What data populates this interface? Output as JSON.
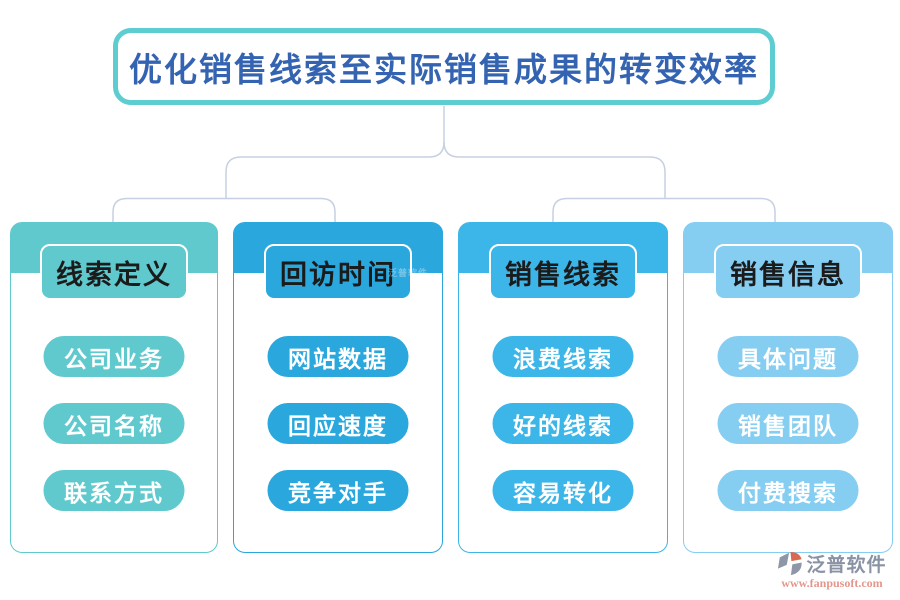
{
  "title": {
    "text": "优化销售线索至实际销售成果的转变效率"
  },
  "columns": [
    {
      "header": "线索定义",
      "color": "#5fc9ce",
      "items": [
        "公司业务",
        "公司名称",
        "联系方式"
      ]
    },
    {
      "header": "回访时间",
      "color": "#2aa7dd",
      "items": [
        "网站数据",
        "回应速度",
        "竞争对手"
      ]
    },
    {
      "header": "销售线索",
      "color": "#3cb6e8",
      "items": [
        "浪费线索",
        "好的线索",
        "容易转化"
      ]
    },
    {
      "header": "销售信息",
      "color": "#85cdf1",
      "items": [
        "具体问题",
        "销售团队",
        "付费搜索"
      ]
    }
  ],
  "watermark": {
    "text": "泛普软件"
  },
  "branding": {
    "logo_text": "泛普软件",
    "url": "www.fanpusoft.com"
  },
  "palette": {
    "title_border": "#5ecdd2",
    "title_text": "#3464b1",
    "connector": "#c7d0e2",
    "header_text": "#1b1b1b",
    "item_text": "#ffffff",
    "logo_gray": "#8e97a8",
    "logo_orange": "#d96a50",
    "logo_url_color": "#e4968c"
  }
}
